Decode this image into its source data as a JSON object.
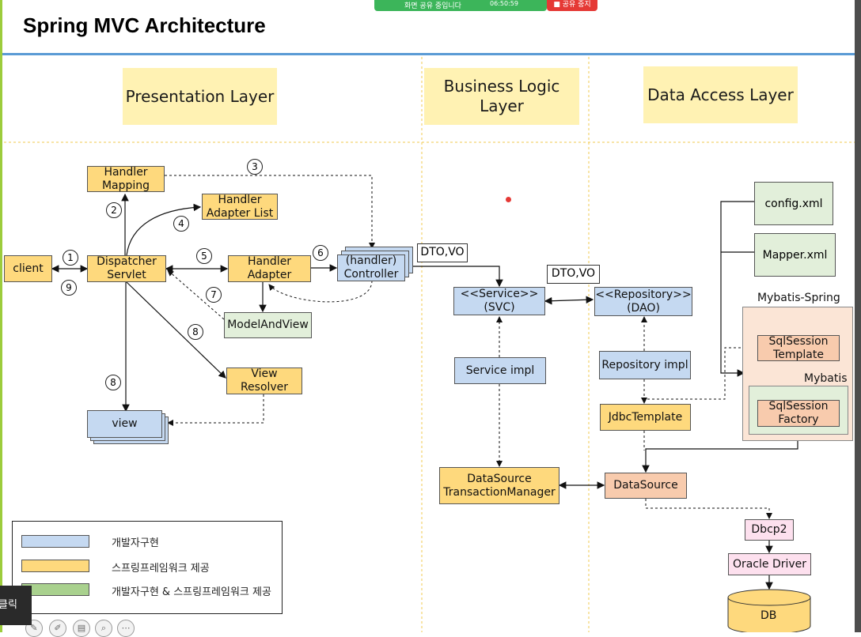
{
  "title": "Spring MVC Architecture",
  "share_bar": {
    "status": "화면 공유 중입니다",
    "time": "06:50:59",
    "stop_label": "■ 공유 중지"
  },
  "layers": {
    "presentation": "Presentation Layer",
    "business": "Business Logic Layer",
    "data_access": "Data Access Layer"
  },
  "components": {
    "client": "client",
    "dispatcher": "Dispatcher Servlet",
    "handler_mapping": "Handler Mapping",
    "handler_adapter_list": "Handler Adapter List",
    "handler_adapter": "Handler Adapter",
    "controller": "(handler) Controller",
    "model_and_view": "ModelAndView",
    "view_resolver": "View Resolver",
    "view": "view",
    "service": "<<Service>> (SVC)",
    "service_impl": "Service impl",
    "tx_manager": "DataSource TransactionManager",
    "repository": "<<Repository>> (DAO)",
    "repository_impl": "Repository impl",
    "jdbc_template": "JdbcTemplate",
    "datasource": "DataSource",
    "dbcp2": "Dbcp2",
    "oracle_driver": "Oracle Driver",
    "db": "DB",
    "config_xml": "config.xml",
    "mapper_xml": "Mapper.xml",
    "mybatis_spring": "Mybatis-Spring",
    "sqlsession_template": "SqlSession Template",
    "mybatis": "Mybatis",
    "sqlsession_factory": "SqlSession Factory",
    "dto_vo_1": "DTO,VO",
    "dto_vo_2": "DTO,VO"
  },
  "steps": [
    "1",
    "9",
    "2",
    "3",
    "4",
    "5",
    "6",
    "7",
    "8",
    "8"
  ],
  "legend": {
    "items": [
      {
        "label": "개발자구현",
        "color": "#c5d9f1"
      },
      {
        "label": "스프링프레임워크 제공",
        "color": "#fed97d"
      },
      {
        "label": "개발자구현 & 스프링프레임워크 제공",
        "color": "#a9d18e"
      }
    ]
  },
  "tooltip": "클릭",
  "colors": {
    "accent_rule": "#5b9bd5",
    "frame": "#9ccc3c"
  }
}
